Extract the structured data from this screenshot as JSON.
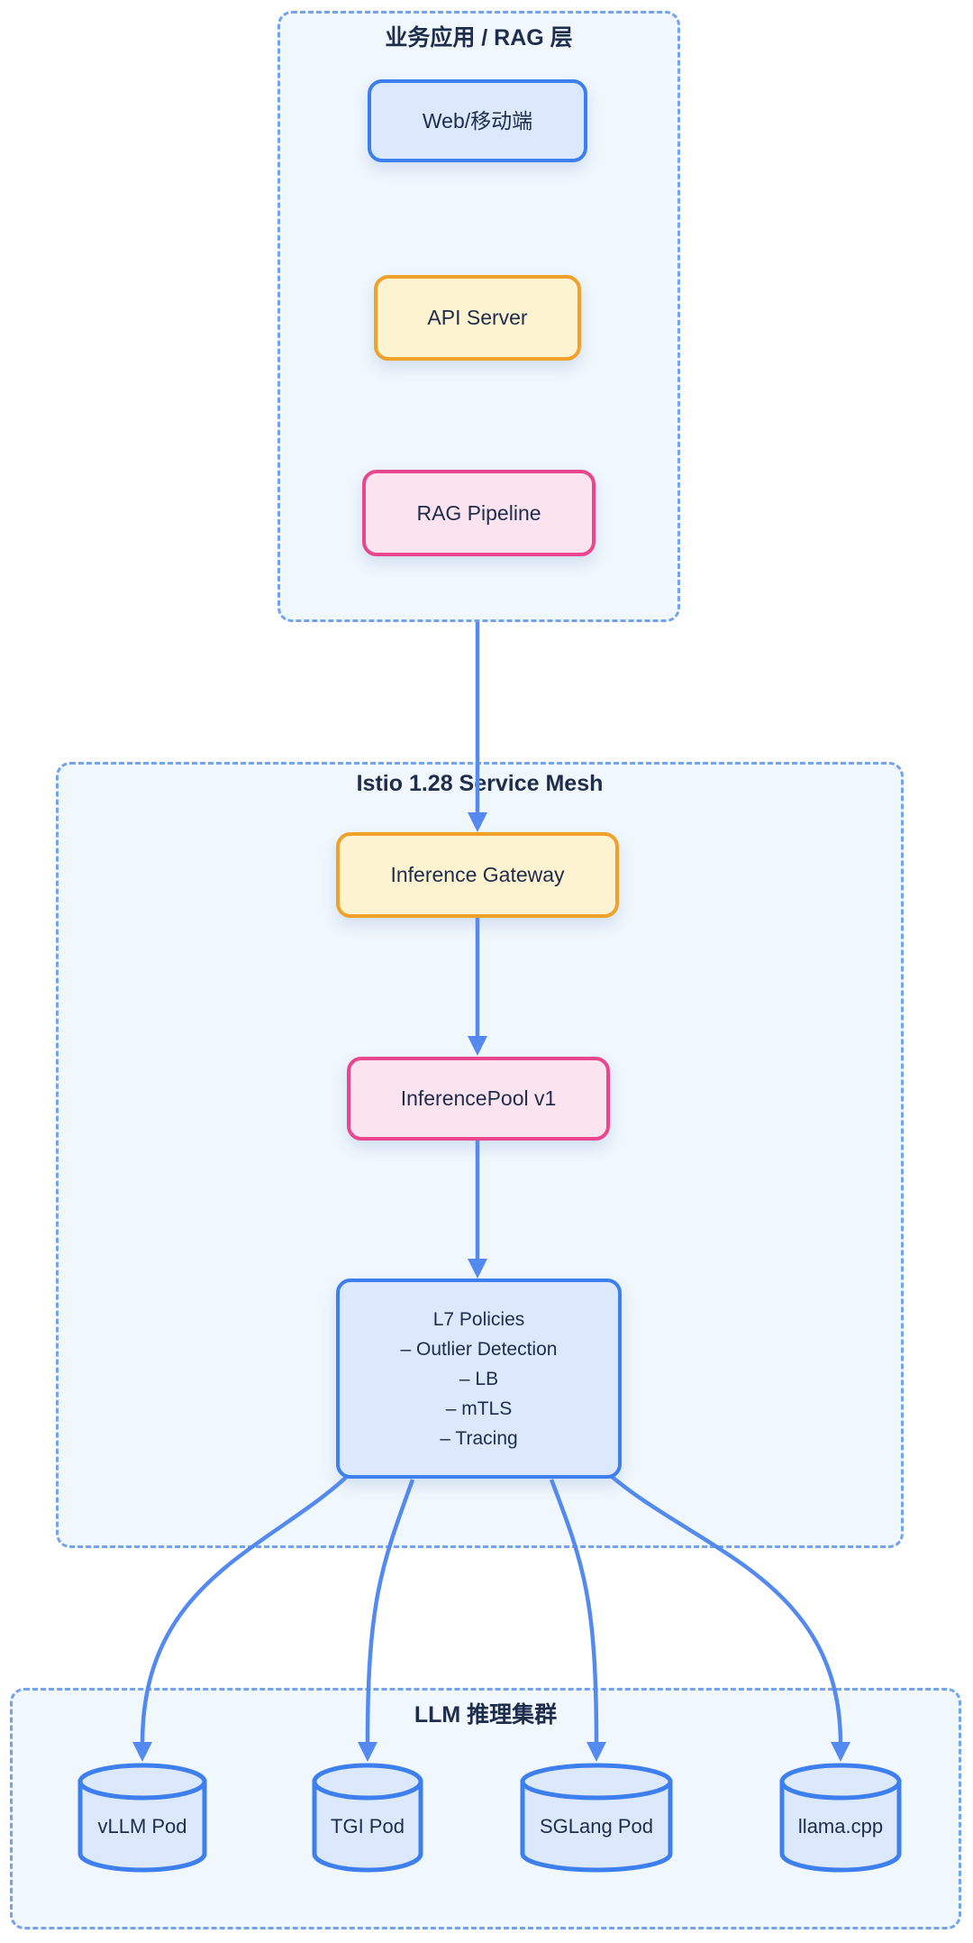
{
  "diagram": {
    "layers": {
      "app": {
        "title": "业务应用 / RAG 层"
      },
      "mesh": {
        "title": "Istio 1.28 Service Mesh"
      },
      "llm": {
        "title": "LLM 推理集群"
      }
    },
    "nodes": {
      "web": "Web/移动端",
      "api_server": "API Server",
      "rag_pipeline": "RAG Pipeline",
      "inference_gateway": "Inference Gateway",
      "inference_pool": "InferencePool v1",
      "l7_policies": "L7 Policies\n– Outlier Detection\n– LB\n– mTLS\n– Tracing"
    },
    "cylinders": [
      "vLLM Pod",
      "TGI Pod",
      "SGLang Pod",
      "llama.cpp"
    ],
    "edges": [
      {
        "from": "业务应用 / RAG 层",
        "to": "Inference Gateway"
      },
      {
        "from": "Inference Gateway",
        "to": "InferencePool v1"
      },
      {
        "from": "InferencePool v1",
        "to": "L7 Policies"
      },
      {
        "from": "L7 Policies",
        "to": "vLLM Pod"
      },
      {
        "from": "L7 Policies",
        "to": "TGI Pod"
      },
      {
        "from": "L7 Policies",
        "to": "SGLang Pod"
      },
      {
        "from": "L7 Policies",
        "to": "llama.cpp"
      }
    ],
    "colors": {
      "blue_border": "#3e7ff0",
      "blue_fill": "#dce8fc",
      "yellow_border": "#f0a12a",
      "yellow_fill": "#fdf3d0",
      "pink_border": "#e8478f",
      "pink_fill": "#fbe3ef",
      "container_border": "#74a3ec",
      "container_fill": "#f0f7fd",
      "arrow": "#548af0",
      "text": "#1f2d4d"
    }
  }
}
